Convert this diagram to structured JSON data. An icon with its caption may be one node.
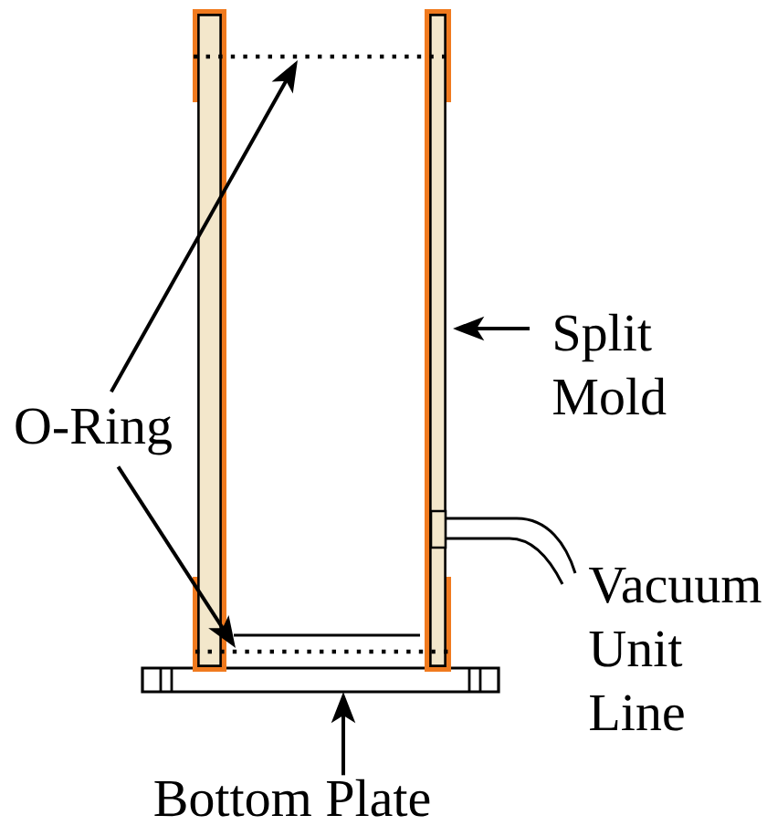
{
  "diagram": {
    "nodes": [
      {
        "text": [],
        "shape": "bar"
      },
      {
        "text": [],
        "shape": "line"
      },
      {
        "text": [
          "Split Mold"
        ]
      },
      {
        "text": [
          "O-Ring"
        ]
      },
      {
        "text": [],
        "shape": "line"
      },
      {
        "text": [],
        "shape": "box"
      },
      {
        "text": [
          "Bottom Plate"
        ]
      }
    ],
    "edges": [
      {
        "from": 3,
        "to": 1,
        "arrow": "to"
      },
      {
        "from": 3,
        "to": 4,
        "arrow": "to"
      },
      {
        "from": 2,
        "to": 0,
        "arrow": "to"
      },
      {
        "from": 6,
        "to": 5,
        "arrow": "to"
      }
    ],
    "labels": [
      "Vacuum Unit Line"
    ]
  }
}
